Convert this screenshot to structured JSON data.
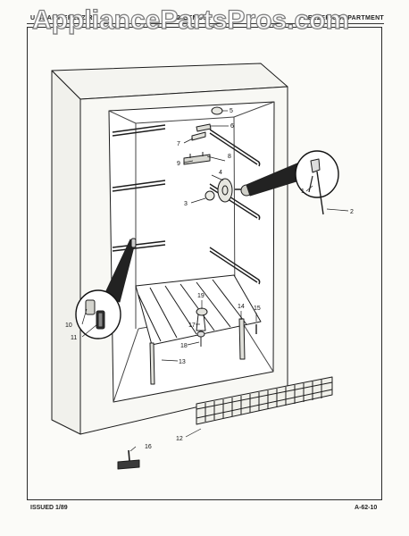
{
  "header": {
    "left": "U SRAHT FRZEZ R",
    "middle": "2 GTMC31",
    "right": "FREEZER COMPARTMENT"
  },
  "watermark": "AppliancePartsPros.com",
  "footer": {
    "issued": "ISSUED 1/89",
    "page_code": "A-62-10"
  },
  "callouts": {
    "c1": "1",
    "c2": "2",
    "c3": "3",
    "c4": "4",
    "c5": "5",
    "c6": "6",
    "c7": "7",
    "c8": "8",
    "c9": "9",
    "c10": "10",
    "c11": "11",
    "c12": "12",
    "c13": "13",
    "c14": "14",
    "c15": "15",
    "c16": "16",
    "c17": "17",
    "c18": "18",
    "c19": "19"
  }
}
